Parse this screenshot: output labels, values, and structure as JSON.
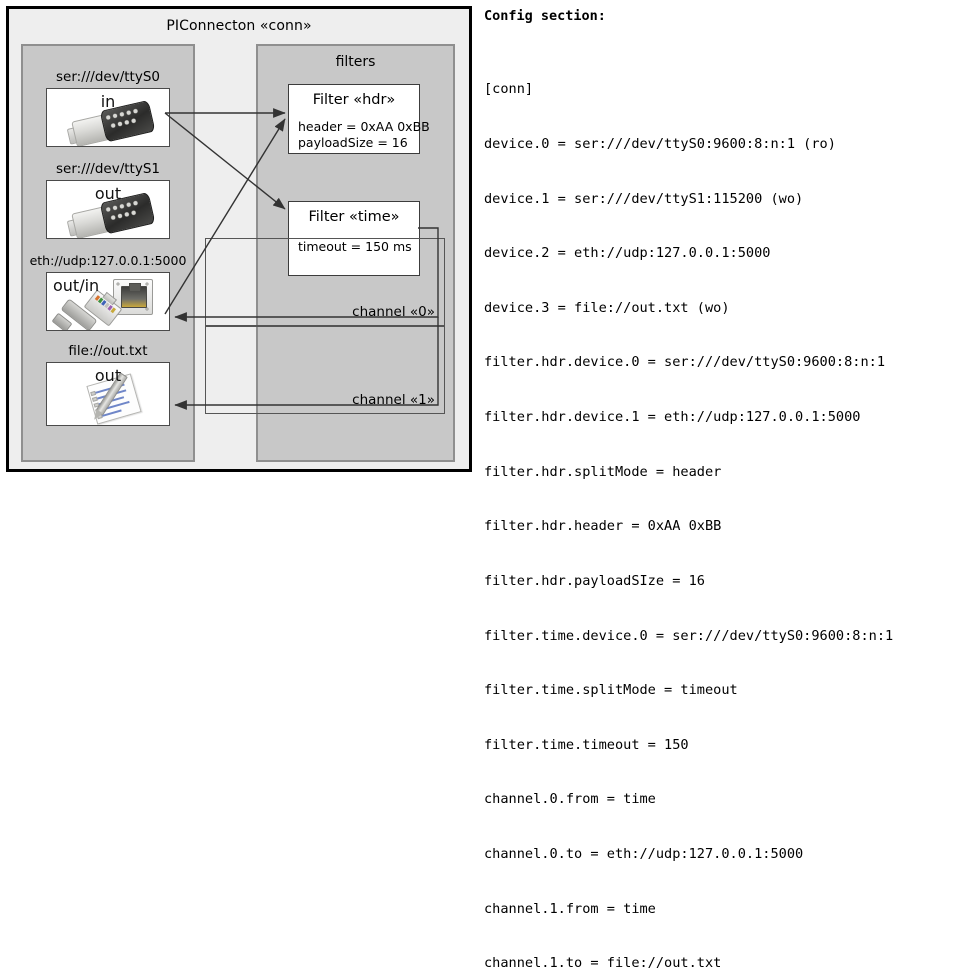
{
  "diagram": {
    "title": "PIConnecton «conn»",
    "devices_panel": {
      "name": "devices",
      "groups": [
        {
          "label": "ser:///dev/ttyS0",
          "io": "in",
          "icon": "serial-db9-icon"
        },
        {
          "label": "ser:///dev/ttyS1",
          "io": "out",
          "icon": "serial-db9-icon"
        },
        {
          "label": "eth://udp:127.0.0.1:5000",
          "io": "out/in",
          "icon": "ethernet-jack-icon"
        },
        {
          "label": "file://out.txt",
          "io": "out",
          "icon": "text-file-icon"
        }
      ]
    },
    "filters_panel": {
      "title": "filters",
      "filters": [
        {
          "title": "Filter «hdr»",
          "props": [
            "header = 0xAA 0xBB",
            "payloadSize = 16"
          ]
        },
        {
          "title": "Filter «time»",
          "props": [
            "timeout = 150 ms"
          ]
        }
      ],
      "channels": [
        {
          "label": "channel «0»"
        },
        {
          "label": "channel «1»"
        }
      ]
    },
    "colors": {
      "outer_fill": "#eeeeee",
      "outer_border": "#000000",
      "panel_fill": "#c8c8c8",
      "panel_border": "#8f8f8f",
      "box_fill": "#ffffff",
      "box_border": "#3c3c3c",
      "connector": "#333333"
    }
  },
  "config": {
    "heading": "Config section:",
    "lines": [
      "[conn]",
      "device.0 = ser:///dev/ttyS0:9600:8:n:1 (ro)",
      "device.1 = ser:///dev/ttyS1:115200 (wo)",
      "device.2 = eth://udp:127.0.0.1:5000",
      "device.3 = file://out.txt (wo)",
      "filter.hdr.device.0 = ser:///dev/ttyS0:9600:8:n:1",
      "filter.hdr.device.1 = eth://udp:127.0.0.1:5000",
      "filter.hdr.splitMode = header",
      "filter.hdr.header = 0xAA 0xBB",
      "filter.hdr.payloadSIze = 16",
      "filter.time.device.0 = ser:///dev/ttyS0:9600:8:n:1",
      "filter.time.splitMode = timeout",
      "filter.time.timeout = 150",
      "channel.0.from = time",
      "channel.0.to = eth://udp:127.0.0.1:5000",
      "channel.1.from = time",
      "channel.1.to = file://out.txt"
    ]
  }
}
